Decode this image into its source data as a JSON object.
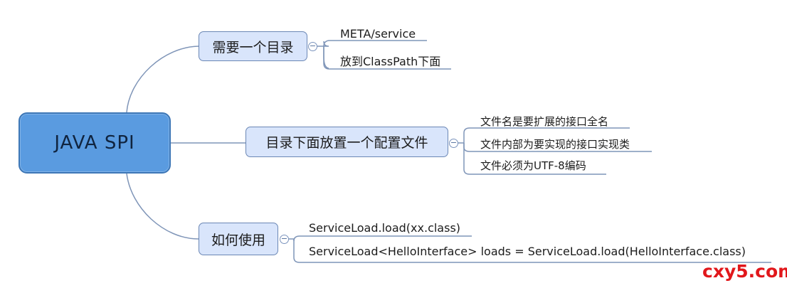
{
  "root": {
    "label": "JAVA SPI"
  },
  "branches": [
    {
      "label": "需要一个目录",
      "leaves": [
        "META/service",
        "放到ClassPath下面"
      ]
    },
    {
      "label": "目录下面放置一个配置文件",
      "leaves": [
        "文件名是要扩展的接口全名",
        "文件内部为要实现的接口实现类",
        "文件必须为UTF-8编码"
      ]
    },
    {
      "label": "如何使用",
      "leaves": [
        "ServiceLoad.load(xx.class)",
        "ServiceLoad<HelloInterface> loads = ServiceLoad.load(HelloInterface.class)"
      ]
    }
  ],
  "toggle_symbol": "−",
  "watermark": "cxy5.com",
  "colors": {
    "root_fill": "#5a9be0",
    "root_border": "#3c76b6",
    "branch_fill": "#d9e5fb",
    "branch_border": "#6b87b5",
    "connector": "#7f95b8",
    "watermark": "#e1171b"
  }
}
